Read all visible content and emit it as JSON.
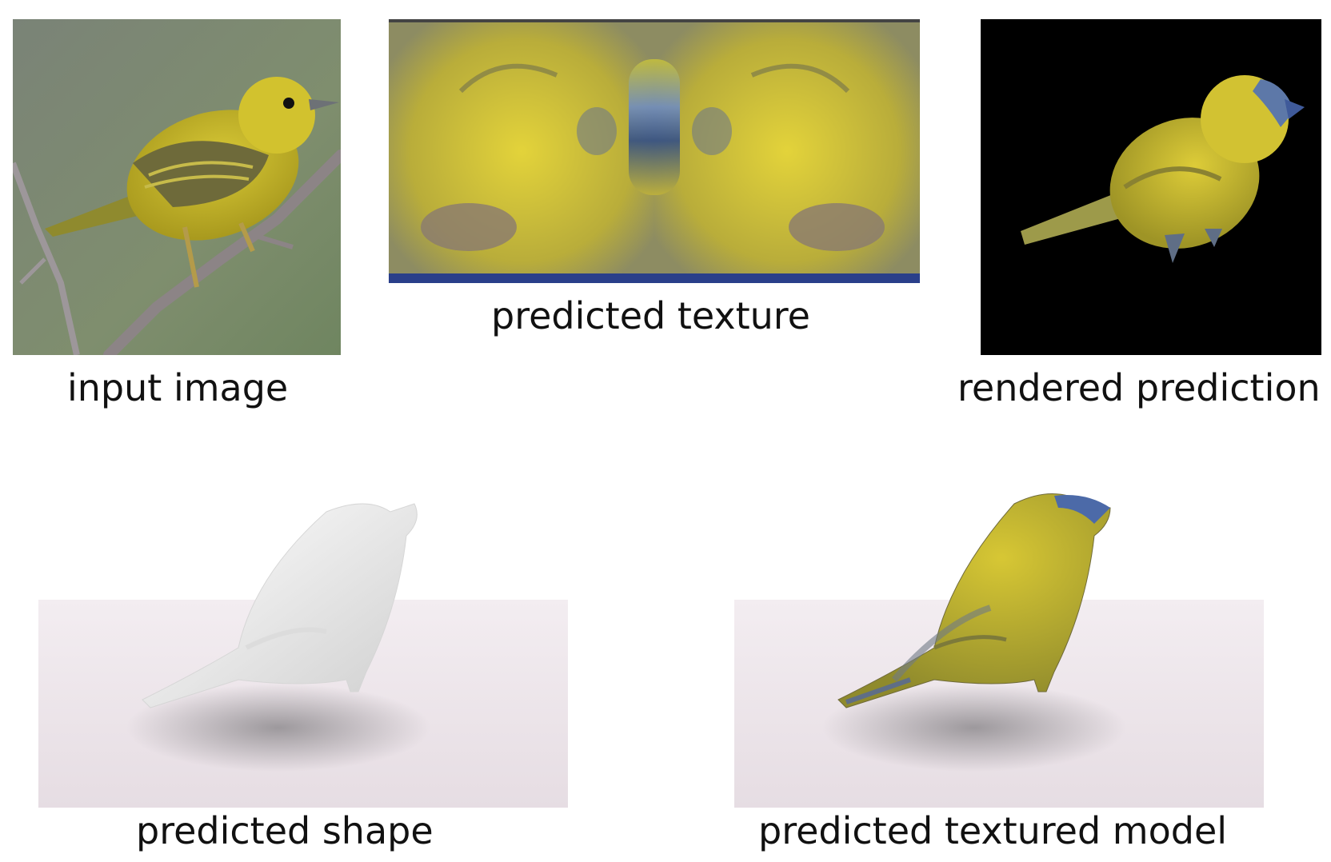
{
  "figure": {
    "panels": [
      {
        "id": "input",
        "caption": "input image"
      },
      {
        "id": "texture",
        "caption": "predicted texture"
      },
      {
        "id": "render",
        "caption": "rendered prediction"
      },
      {
        "id": "shape",
        "caption": "predicted shape"
      },
      {
        "id": "textured",
        "caption": "predicted textured model"
      }
    ],
    "colors": {
      "bird_yellow": "#c9b92a",
      "bird_dark": "#6f6a2a",
      "background_green": "#7d8a72",
      "render_bg": "#000000",
      "floor": "#ece4ea"
    }
  }
}
